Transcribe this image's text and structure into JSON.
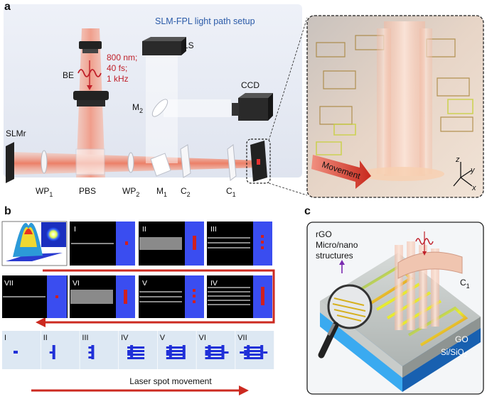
{
  "panel_a": {
    "label": "a",
    "title": "SLM-FPL light path setup",
    "laser_params": [
      "800 nm;",
      "40 fs;",
      "1 kHz"
    ],
    "components": {
      "be": "BE",
      "ls": "LS",
      "ccd": "CCD",
      "m2_base": "M",
      "m2_sub": "2",
      "slmr": "SLMr",
      "wp1_base": "WP",
      "wp1_sub": "1",
      "pbs": "PBS",
      "wp2_base": "WP",
      "wp2_sub": "2",
      "m1_base": "M",
      "m1_sub": "1",
      "c2_base": "C",
      "c2_sub": "2",
      "c1_base": "C",
      "c1_sub": "1"
    },
    "inset": {
      "movement": "Movement",
      "axis_z": "z",
      "axis_y": "y",
      "axis_x": "x"
    }
  },
  "panel_b": {
    "label": "b",
    "top_row": [
      "I",
      "II",
      "III"
    ],
    "mid_row": [
      "VII",
      "VI",
      "V",
      "IV"
    ],
    "bottom_row": [
      "I",
      "II",
      "III",
      "IV",
      "V",
      "VI",
      "VII"
    ],
    "arrow_text": "Laser spot movement"
  },
  "panel_c": {
    "label": "c",
    "rgo_lines": [
      "rGO",
      "Micro/nano",
      "structures"
    ],
    "c1_base": "C",
    "c1_sub": "1",
    "go": "GO",
    "sub_base": "Si/SiO",
    "sub_sub": "2"
  },
  "colors": {
    "beam": "#f2a090",
    "beam_core": "#e85a40",
    "title_blue": "#2a5aa8",
    "laser_red": "#c0202a",
    "slm_blue": "#3a4df0",
    "arrow_red": "#cc2a20",
    "tile_bg": "#dde8f3",
    "pattern_blue": "#2030d8"
  }
}
